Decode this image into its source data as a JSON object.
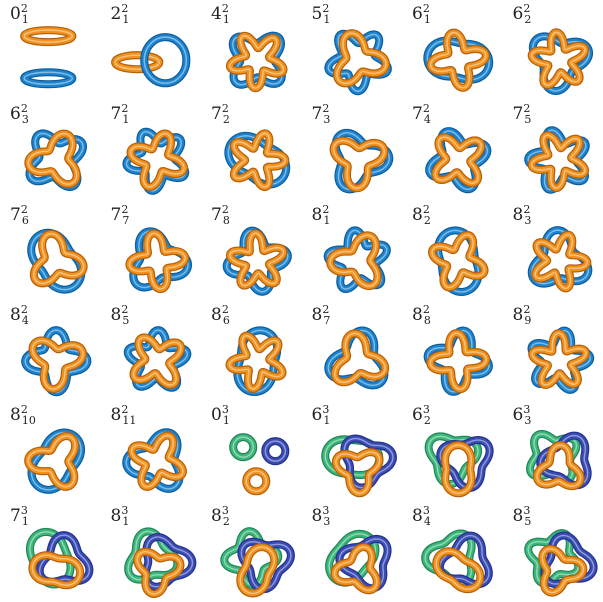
{
  "colors": {
    "orange": "#f0921d",
    "orange_dark": "#b5610c",
    "blue": "#1d85cf",
    "blue_dark": "#0f5d9c",
    "green": "#3cb77a",
    "green_dark": "#23855a",
    "navy": "#3a4cb5",
    "navy_dark": "#26338a"
  },
  "cells": [
    {
      "base": "0",
      "sup": "2",
      "sub": "1",
      "kind": "unlink2"
    },
    {
      "base": "2",
      "sup": "2",
      "sub": "1",
      "kind": "hopf"
    },
    {
      "base": "4",
      "sup": "2",
      "sub": "1",
      "kind": "link2"
    },
    {
      "base": "5",
      "sup": "2",
      "sub": "1",
      "kind": "link2"
    },
    {
      "base": "6",
      "sup": "2",
      "sub": "1",
      "kind": "link2"
    },
    {
      "base": "6",
      "sup": "2",
      "sub": "2",
      "kind": "link2"
    },
    {
      "base": "6",
      "sup": "2",
      "sub": "3",
      "kind": "link2"
    },
    {
      "base": "7",
      "sup": "2",
      "sub": "1",
      "kind": "link2"
    },
    {
      "base": "7",
      "sup": "2",
      "sub": "2",
      "kind": "link2"
    },
    {
      "base": "7",
      "sup": "2",
      "sub": "3",
      "kind": "link2"
    },
    {
      "base": "7",
      "sup": "2",
      "sub": "4",
      "kind": "link2"
    },
    {
      "base": "7",
      "sup": "2",
      "sub": "5",
      "kind": "link2"
    },
    {
      "base": "7",
      "sup": "2",
      "sub": "6",
      "kind": "link2"
    },
    {
      "base": "7",
      "sup": "2",
      "sub": "7",
      "kind": "link2"
    },
    {
      "base": "7",
      "sup": "2",
      "sub": "8",
      "kind": "link2"
    },
    {
      "base": "8",
      "sup": "2",
      "sub": "1",
      "kind": "link2"
    },
    {
      "base": "8",
      "sup": "2",
      "sub": "2",
      "kind": "link2"
    },
    {
      "base": "8",
      "sup": "2",
      "sub": "3",
      "kind": "link2"
    },
    {
      "base": "8",
      "sup": "2",
      "sub": "4",
      "kind": "link2"
    },
    {
      "base": "8",
      "sup": "2",
      "sub": "5",
      "kind": "link2"
    },
    {
      "base": "8",
      "sup": "2",
      "sub": "6",
      "kind": "link2"
    },
    {
      "base": "8",
      "sup": "2",
      "sub": "7",
      "kind": "link2"
    },
    {
      "base": "8",
      "sup": "2",
      "sub": "8",
      "kind": "link2"
    },
    {
      "base": "8",
      "sup": "2",
      "sub": "9",
      "kind": "link2"
    },
    {
      "base": "8",
      "sup": "2",
      "sub": "10",
      "kind": "link2"
    },
    {
      "base": "8",
      "sup": "2",
      "sub": "11",
      "kind": "link2"
    },
    {
      "base": "0",
      "sup": "3",
      "sub": "1",
      "kind": "unlink3"
    },
    {
      "base": "6",
      "sup": "3",
      "sub": "1",
      "kind": "link3"
    },
    {
      "base": "6",
      "sup": "3",
      "sub": "2",
      "kind": "link3"
    },
    {
      "base": "6",
      "sup": "3",
      "sub": "3",
      "kind": "link3"
    },
    {
      "base": "7",
      "sup": "3",
      "sub": "1",
      "kind": "link3"
    },
    {
      "base": "8",
      "sup": "3",
      "sub": "1",
      "kind": "link3"
    },
    {
      "base": "8",
      "sup": "3",
      "sub": "2",
      "kind": "link3"
    },
    {
      "base": "8",
      "sup": "3",
      "sub": "3",
      "kind": "link3"
    },
    {
      "base": "8",
      "sup": "3",
      "sub": "4",
      "kind": "link3"
    },
    {
      "base": "8",
      "sup": "3",
      "sub": "5",
      "kind": "link3"
    }
  ]
}
